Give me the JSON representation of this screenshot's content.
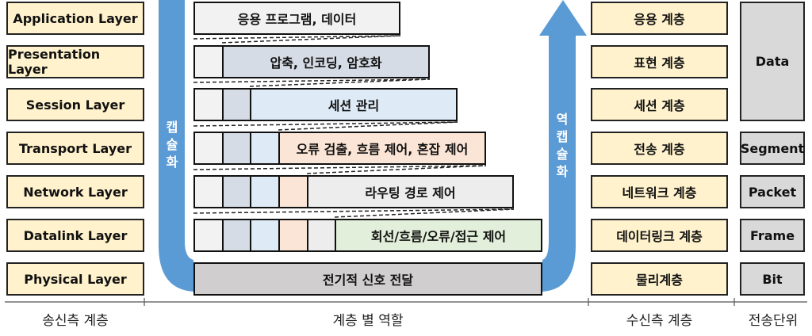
{
  "sender_layers": [
    "Application Layer",
    "Presentation Layer",
    "Session Layer",
    "Transport Layer",
    "Network Layer",
    "Datalink Layer",
    "Physical Layer"
  ],
  "roles": [
    "응용 프로그램, 데이터",
    "압축, 인코딩, 암호화",
    "세션 관리",
    "오류 검출, 흐름 제어, 혼잡 제어",
    "라우팅 경로 제어",
    "회선/흐름/오류/접근 제어",
    "전기적 신호 전달"
  ],
  "receiver_layers": [
    "응용 계층",
    "표현 계층",
    "세션 계층",
    "전송 계층",
    "네트워크 계층",
    "데이터링크 계층",
    "물리계층"
  ],
  "units": [
    "Data",
    "Segment",
    "Packet",
    "Frame",
    "Bit"
  ],
  "encapsulation": "캡슐화",
  "decapsulation": "역캡슐화",
  "footer": {
    "sender": "송신측 계층",
    "roles": "계층 별 역할",
    "receiver": "수신측 계층",
    "unit": "전송단위"
  },
  "colors": {
    "arrow": "#5b9bd5",
    "layer_fill": "#fff2cc",
    "segments": [
      "#f2f2f2",
      "#d6dce5",
      "#deebf7",
      "#fbe5d6",
      "#ededed",
      "#e2efda",
      "#d0cece"
    ]
  }
}
